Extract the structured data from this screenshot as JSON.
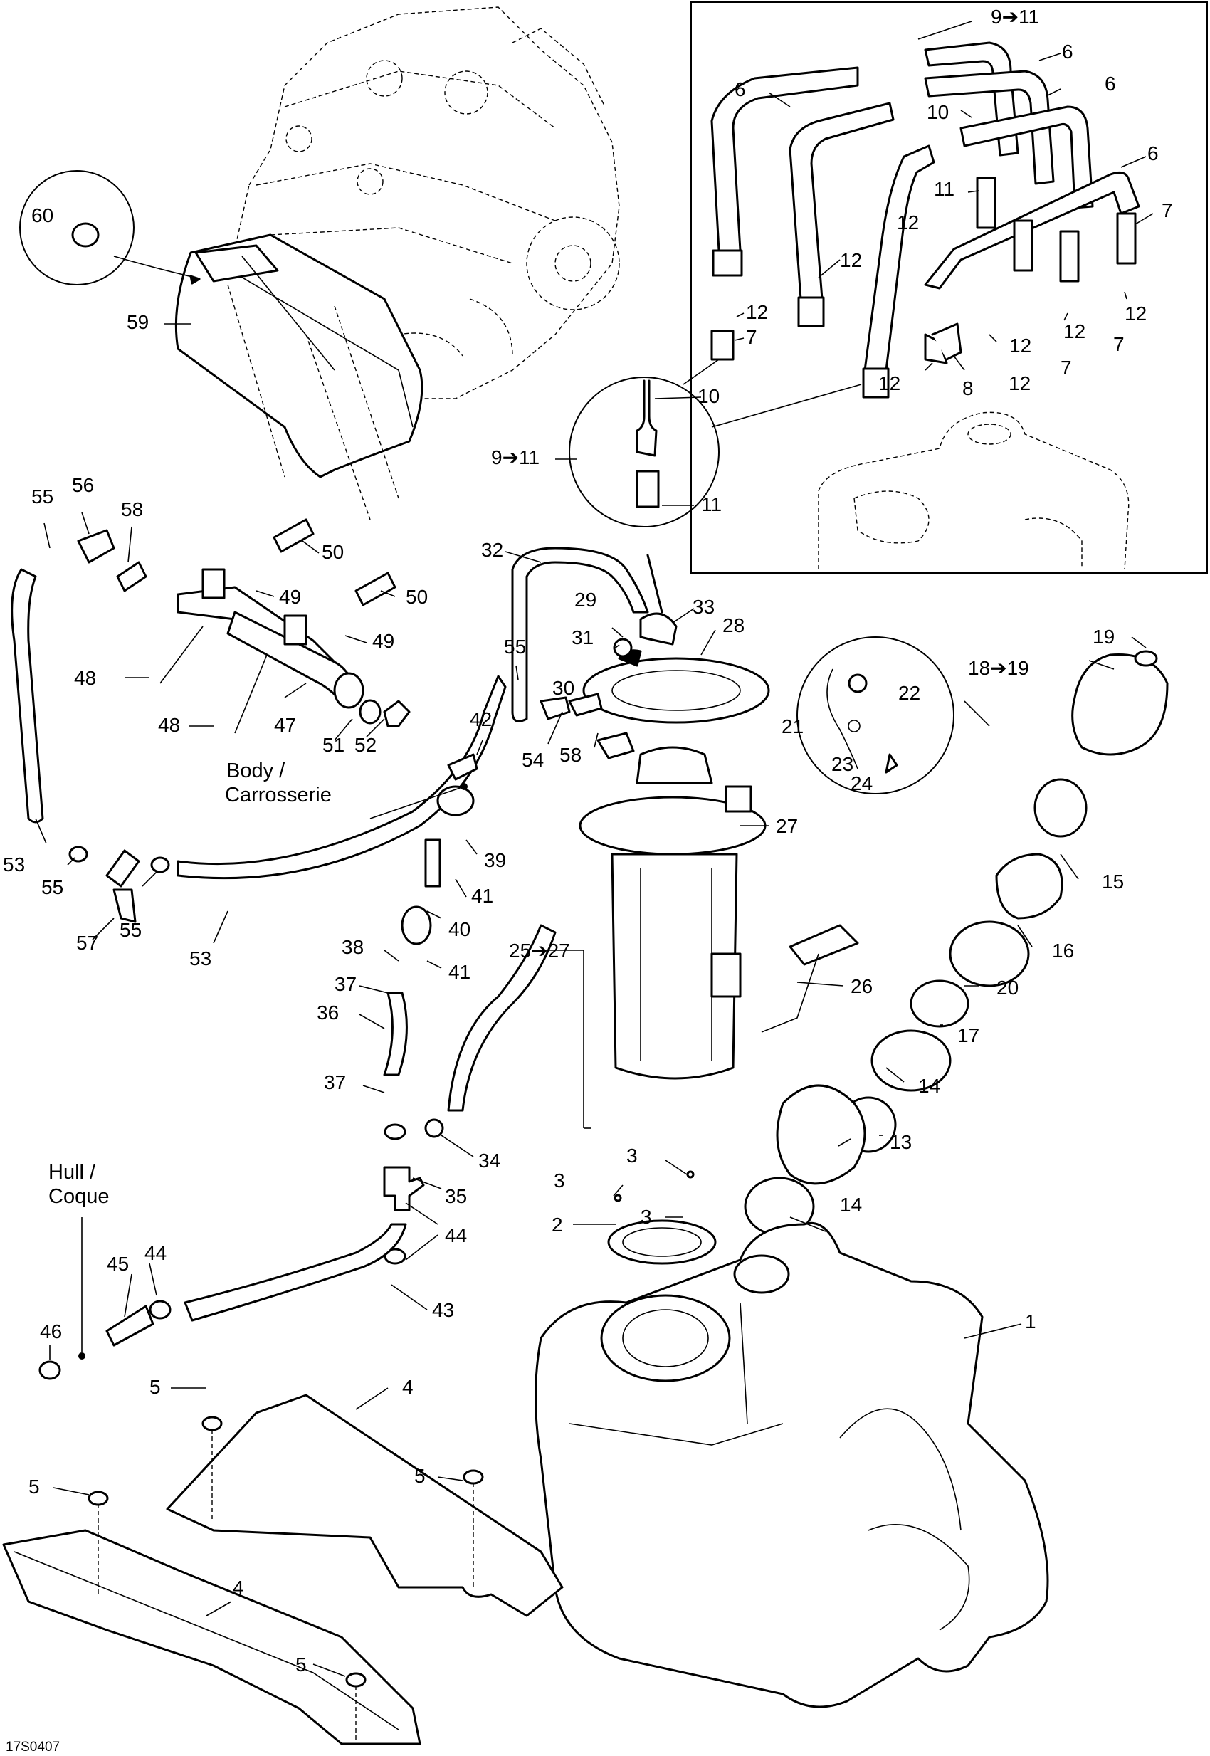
{
  "diagram_code": "17S0407",
  "notes": {
    "body": [
      "Body /",
      "Carrosserie"
    ],
    "hull": [
      "Hull /",
      "Coque"
    ]
  },
  "callouts": [
    "9➔11",
    "6",
    "6",
    "6",
    "6",
    "10",
    "11",
    "12",
    "7",
    "12",
    "12",
    "12",
    "12",
    "7",
    "12",
    "7",
    "12",
    "12",
    "7",
    "8",
    "10",
    "9➔11",
    "11",
    "60",
    "59",
    "55",
    "56",
    "58",
    "50",
    "49",
    "50",
    "49",
    "48",
    "48",
    "47",
    "51",
    "52",
    "53",
    "55",
    "55",
    "57",
    "53",
    "32",
    "29",
    "33",
    "31",
    "30",
    "28",
    "55",
    "54",
    "58",
    "42",
    "39",
    "41",
    "40",
    "38",
    "41",
    "37",
    "36",
    "37",
    "34",
    "35",
    "44",
    "43",
    "44",
    "45",
    "46",
    "27",
    "25➔27",
    "26",
    "21",
    "22",
    "23",
    "24",
    "19",
    "18➔19",
    "15",
    "16",
    "20",
    "17",
    "14",
    "13",
    "14",
    "3",
    "3",
    "3",
    "2",
    "1",
    "4",
    "5",
    "5",
    "5",
    "4",
    "5"
  ]
}
